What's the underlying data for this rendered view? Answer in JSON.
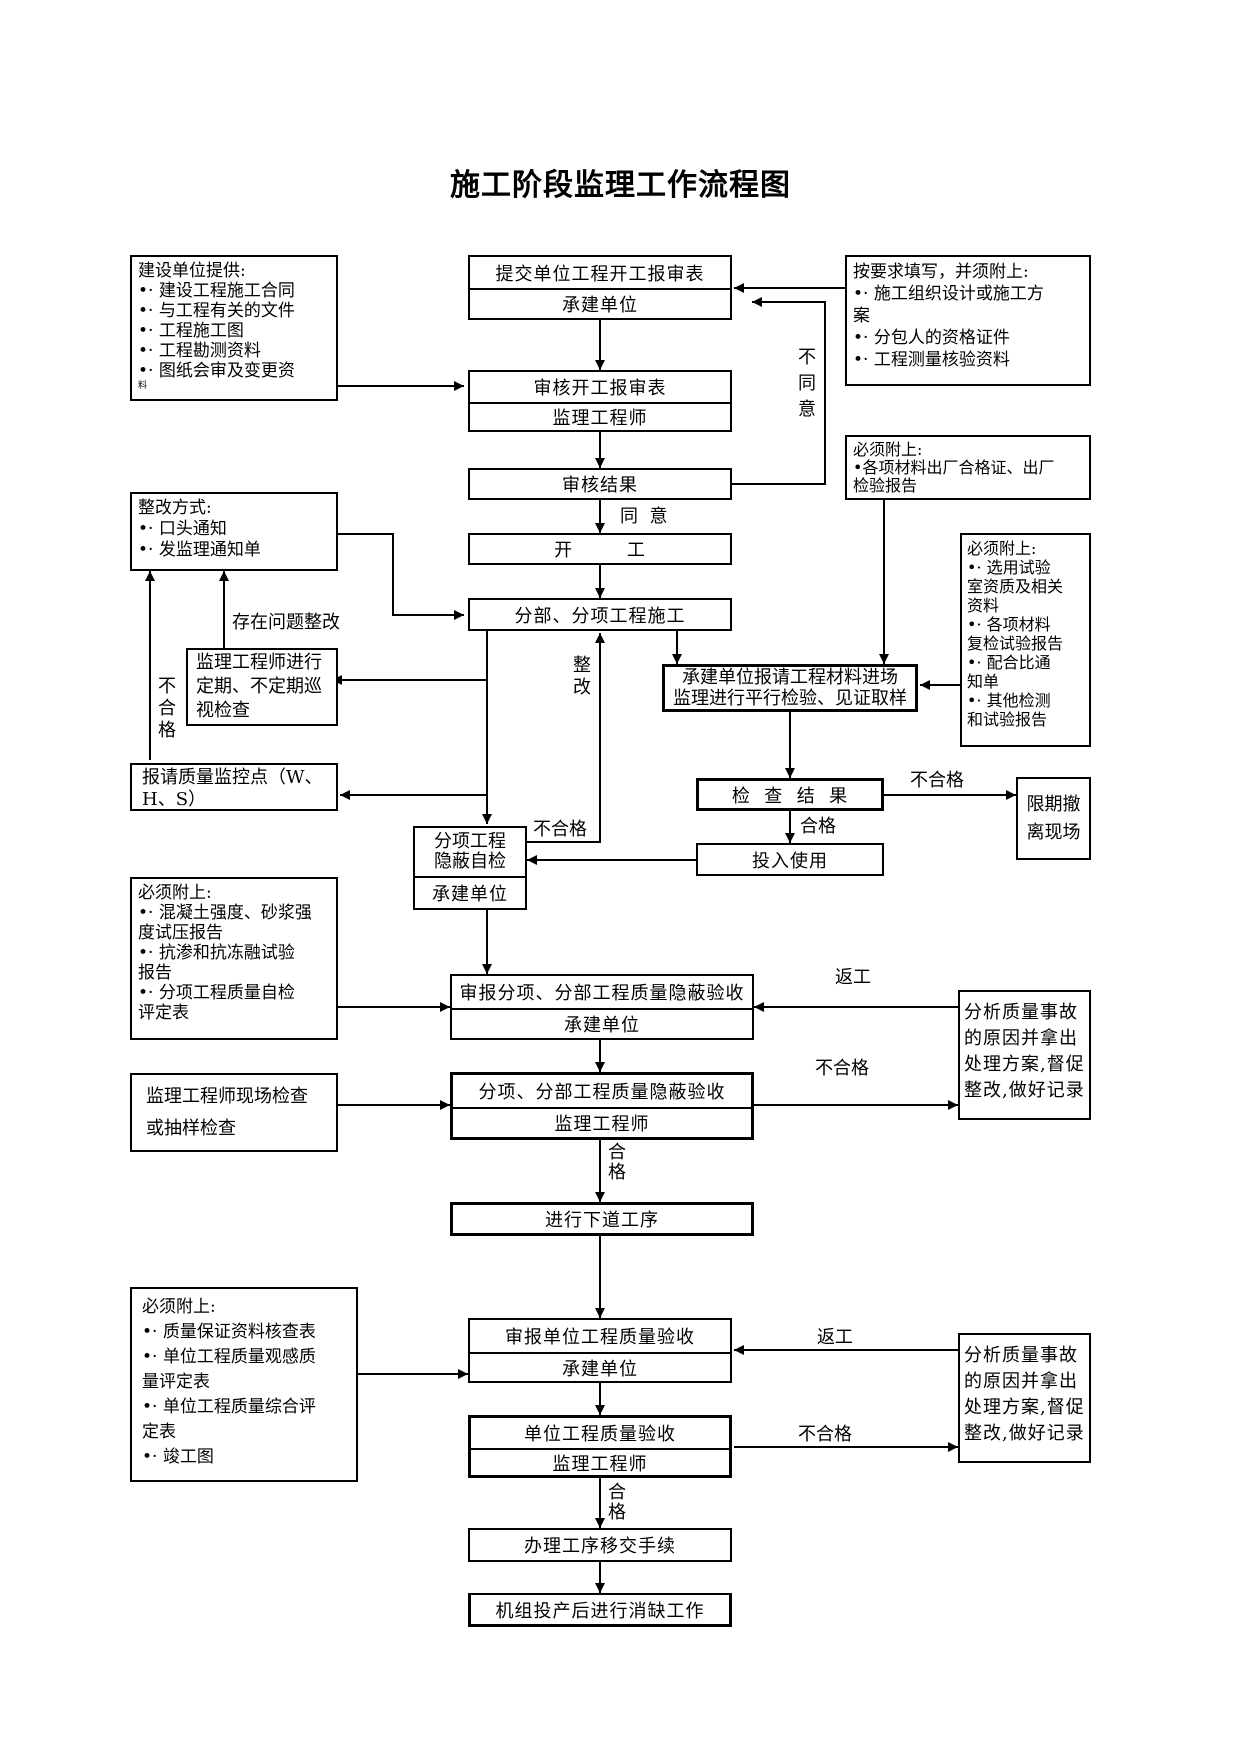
{
  "title": "施工阶段监理工作流程图",
  "colors": {
    "line": "#000000",
    "background": "#ffffff"
  },
  "boxes": {
    "submit_report": [
      "提交单位工程开工报审表",
      "承建单位"
    ],
    "review_report": [
      "审核开工报审表",
      "监理工程师"
    ],
    "review_result": "审核结果",
    "start_work": "开        工",
    "sub_construction": "分部、分项工程施工",
    "inspection": [
      "监理工程师进行",
      "定期、不定期巡",
      "视检查"
    ],
    "quality_point": [
      "报请质量监控点（W、",
      "H、S）"
    ],
    "self_check": [
      "分项工程",
      "隐蔽自检",
      "承建单位"
    ],
    "material_entry": [
      "承建单位报请工程材料进场",
      "监理进行平行检验、见证取样"
    ],
    "check_result": "检  查  结  果",
    "put_in_use": "投入使用",
    "withdraw": [
      "限期撤",
      "离现场"
    ],
    "declare_hidden": [
      "审报分项、分部工程质量隐蔽验收",
      "承建单位"
    ],
    "hidden_accept": [
      "分项、分部工程质量隐蔽验收",
      "监理工程师"
    ],
    "next_process": "进行下道工序",
    "declare_unit": [
      "审报单位工程质量验收",
      "承建单位"
    ],
    "unit_accept": [
      "单位工程质量验收",
      "监理工程师"
    ],
    "handover": "办理工序移交手续",
    "defect_work": "机组投产后进行消缺工作",
    "analysis_1": [
      "分析质量事故",
      "的原因并拿出",
      "处理方案,督促",
      "整改,做好记录"
    ],
    "analysis_2": [
      "分析质量事故",
      "的原因并拿出",
      "处理方案,督促",
      "整改,做好记录"
    ],
    "onsite_check": [
      "监理工程师现场检查",
      "或抽样检查"
    ]
  },
  "notes": {
    "owner_provides": [
      "建设单位提供:",
      "•· 建设工程施工合同",
      "•· 与工程有关的文件",
      "•· 工程施工图",
      "•· 工程勘测资料",
      "•· 图纸会审及变更资",
      "料"
    ],
    "fill_attach": [
      "按要求填写，并须附上:",
      "•· 施工组织设计或施工方",
      "案",
      "•· 分包人的资格证件",
      "•· 工程测量核验资料"
    ],
    "rectify_method": [
      "整改方式:",
      "•· 口头通知",
      "•· 发监理通知单"
    ],
    "must_attach_material": [
      "必须附上:",
      "•各项材料出厂合格证、出厂",
      "检验报告"
    ],
    "must_attach_lab": [
      "必须附上:",
      "•· 选用试验",
      "室资质及相关",
      "资料",
      "•· 各项材料",
      "复检试验报告",
      "•· 配合比通",
      "知单",
      "•· 其他检测",
      "和试验报告"
    ],
    "must_attach_concrete": [
      "必须附上:",
      "•· 混凝土强度、砂浆强",
      "度试压报告",
      "•· 抗渗和抗冻融试验",
      "报告",
      "•· 分项工程质量自检",
      "评定表"
    ],
    "must_attach_unit": [
      "必须附上:",
      "•· 质量保证资料核查表",
      "•· 单位工程质量观感质",
      "量评定表",
      "•· 单位工程质量综合评",
      "定表",
      "•· 竣工图"
    ]
  },
  "labels": {
    "disagree": "不同意",
    "agree": "同  意",
    "problem_rectify": "存在问题整改",
    "unqualified": "不合格",
    "rectify": "整改",
    "unqualified_right": "不合格",
    "qualified": "合格",
    "unqualified_self": "不合格",
    "rework_1": "返工",
    "unqualified_hidden": "不合格",
    "qualified_1": "合格",
    "rework_2": "返工",
    "unqualified_unit": "不合格",
    "qualified_2": "合格"
  }
}
